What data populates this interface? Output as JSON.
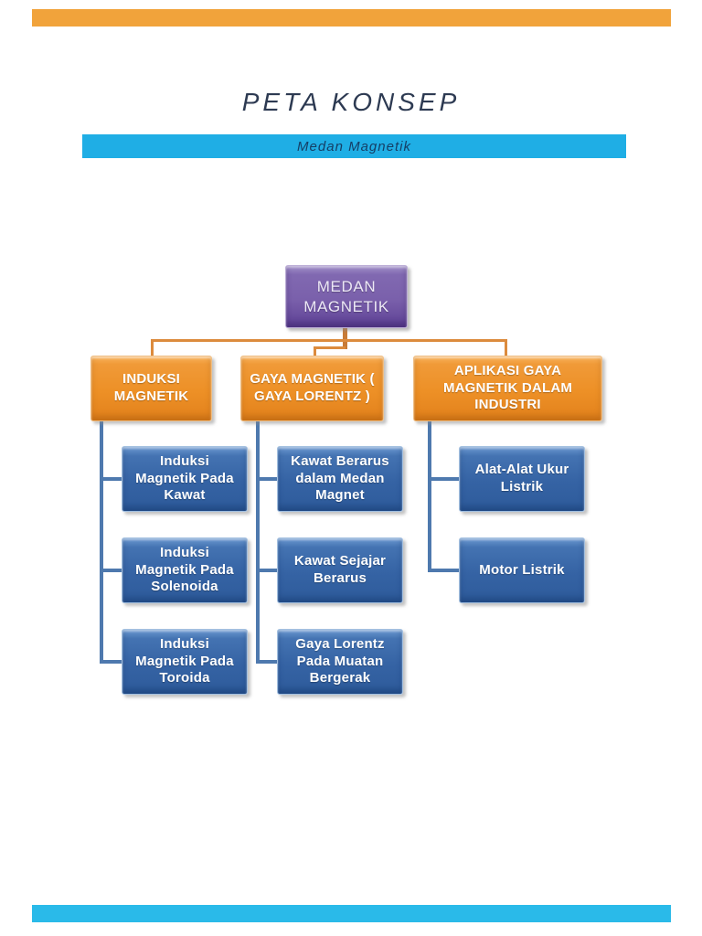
{
  "page": {
    "title": "PETA KONSEP",
    "banner": "Medan Magnetik"
  },
  "colors": {
    "top_bar": "#F1A33B",
    "bottom_bar": "#2ABAE9",
    "banner_bg": "#1FAEE5",
    "banner_text": "#153F66",
    "connector_orange": "#DC8B3D",
    "connector_blue": "#4E79AE",
    "root_fill": "#7A60AB",
    "branch_fill": "#ED9026",
    "leaf_fill": "#3563A4"
  },
  "diagram": {
    "root": {
      "label": "MEDAN\nMAGNETIK"
    },
    "branches": [
      {
        "label": "INDUKSI\nMAGNETIK",
        "children": [
          "Induksi\nMagnetik Pada\nKawat",
          "Induksi\nMagnetik Pada\nSolenoida",
          "Induksi\nMagnetik Pada\nToroida"
        ]
      },
      {
        "label": "GAYA MAGNETIK (\nGAYA LORENTZ )",
        "children": [
          "Kawat Berarus\ndalam Medan\nMagnet",
          "Kawat Sejajar\nBerarus",
          "Gaya Lorentz\nPada Muatan\nBergerak"
        ]
      },
      {
        "label": "APLIKASI GAYA\nMAGNETIK DALAM\nINDUSTRI",
        "children": [
          "Alat-Alat Ukur\nListrik",
          "Motor Listrik"
        ]
      }
    ]
  }
}
